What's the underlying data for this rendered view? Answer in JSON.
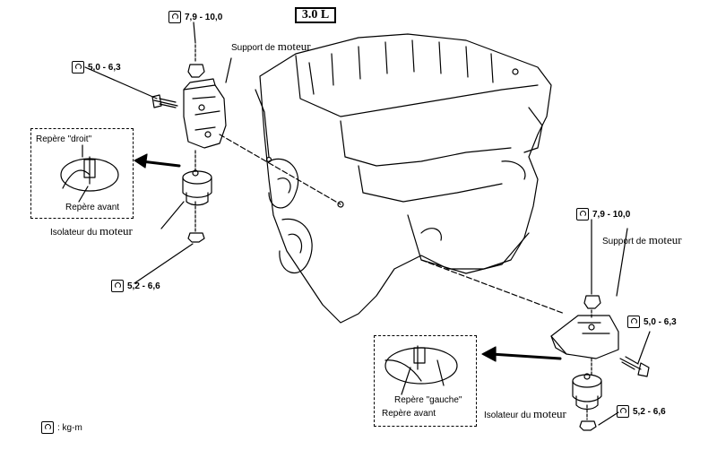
{
  "title": "3.0 L",
  "torque": {
    "top_nut": "7,9 - 10,0",
    "left_bolt": "5,0 - 6,3",
    "left_bottom_nut": "5,2 - 6,6",
    "right_top_nut": "7,9 - 10,0",
    "right_bolt": "5,0 - 6,3",
    "right_bottom_nut": "5,2 - 6,6"
  },
  "labels": {
    "left_support_prefix": "Support de",
    "left_support_word": "moteur",
    "right_support_prefix": "Support de",
    "right_support_word": "moteur",
    "left_insulator_prefix": "Isolateur du",
    "left_insulator_word": "moteur",
    "right_insulator_prefix": "Isolateur du",
    "right_insulator_word": "moteur",
    "mark_right": "Repère \"droit\"",
    "mark_front_left": "Repère avant",
    "mark_left": "Repère \"gauche\"",
    "mark_front_right": "Repère avant"
  },
  "legend": {
    "unit": ":   kg-m"
  }
}
